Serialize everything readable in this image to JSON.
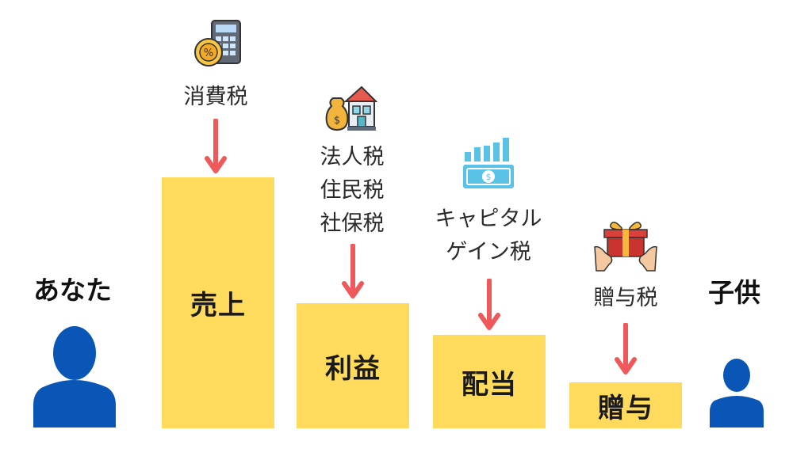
{
  "people": {
    "you": {
      "label": "あなた",
      "icon": "person-icon"
    },
    "child": {
      "label": "子供",
      "icon": "person-icon"
    }
  },
  "stages": [
    {
      "bar_label": "売上",
      "tax_lines": [
        "消費税"
      ],
      "icon": "calculator-coin-icon"
    },
    {
      "bar_label": "利益",
      "tax_lines": [
        "法人税",
        "住民税",
        "社保税"
      ],
      "icon": "money-bag-building-icon"
    },
    {
      "bar_label": "配当",
      "tax_lines": [
        "キャピタル",
        "ゲイン税"
      ],
      "icon": "money-growth-chart-icon"
    },
    {
      "bar_label": "贈与",
      "tax_lines": [
        "贈与税"
      ],
      "icon": "gift-hands-icon"
    }
  ],
  "colors": {
    "bar": "#fedb5d",
    "arrow": "#f0595b",
    "person": "#0a56b6"
  }
}
